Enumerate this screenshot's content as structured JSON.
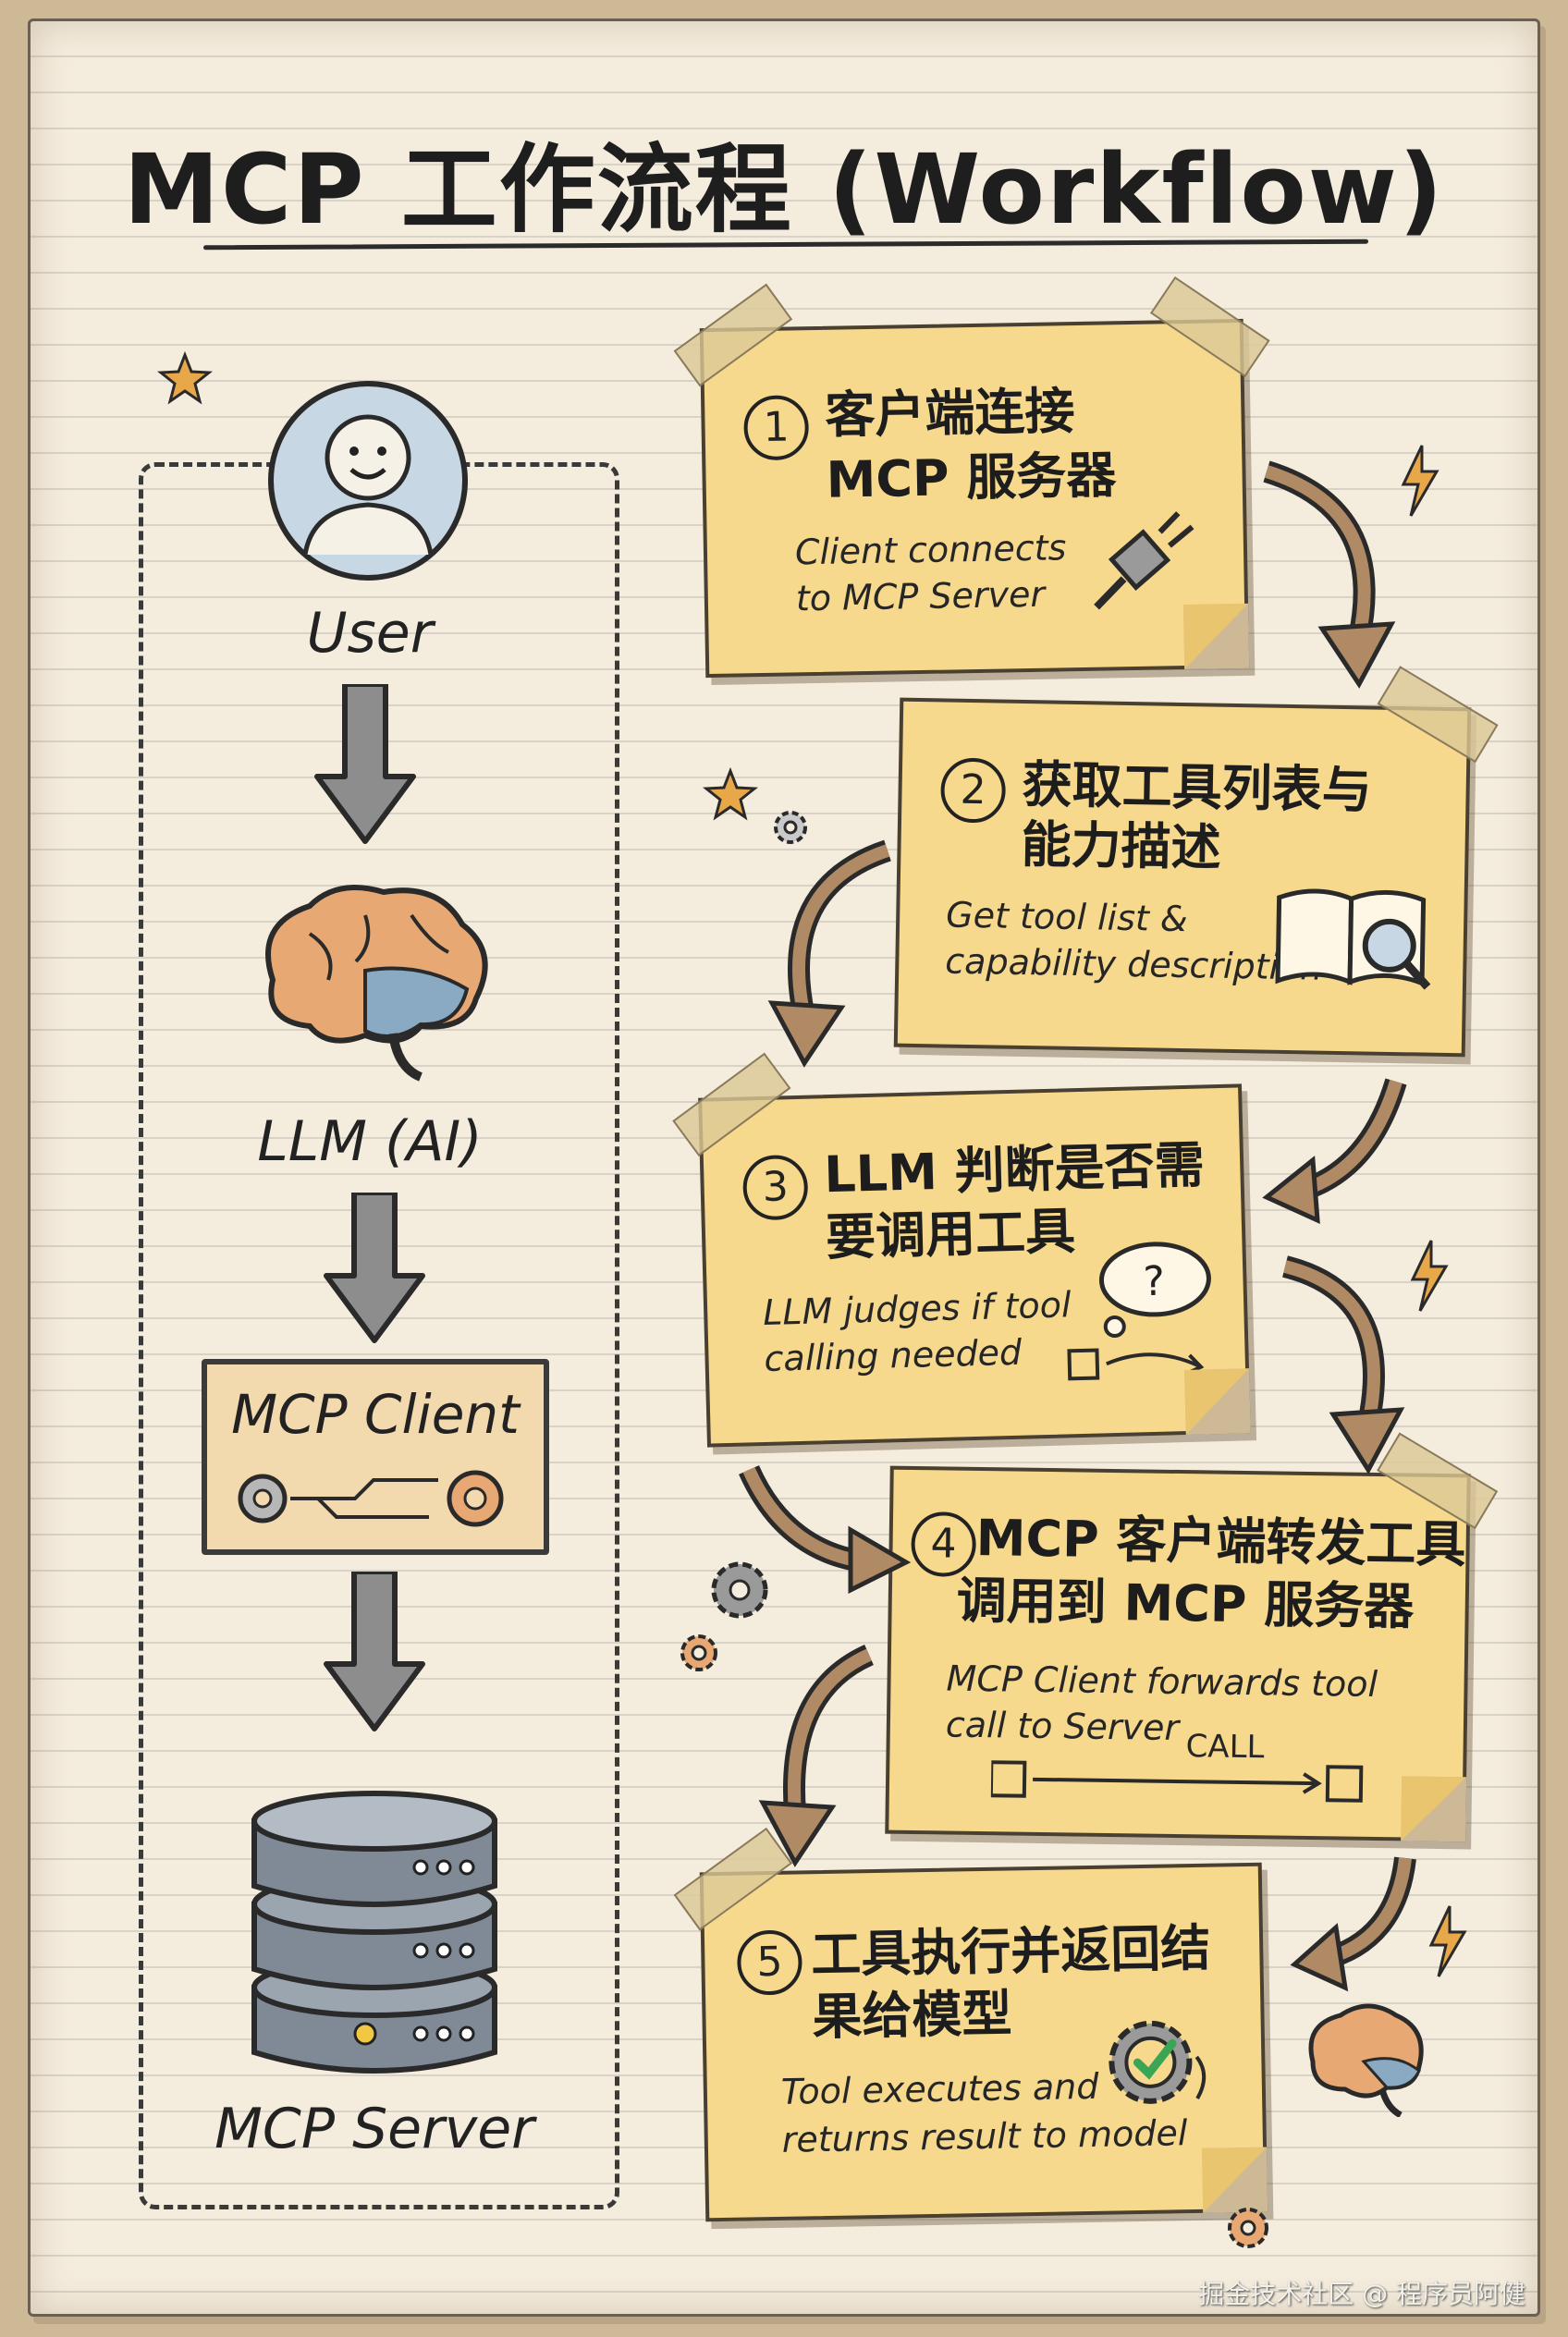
{
  "title": "MCP 工作流程 (Workflow)",
  "left_column": {
    "user_label": "User",
    "llm_label": "LLM (AI)",
    "client_label": "MCP Client",
    "server_label": "MCP Server"
  },
  "steps": [
    {
      "number": "1",
      "zh_line1": "客户端连接",
      "zh_line2": "MCP 服务器",
      "en_line1": "Client connects",
      "en_line2": "to MCP Server",
      "icon": "plug-icon"
    },
    {
      "number": "2",
      "zh_line1": "获取工具列表与",
      "zh_line2": "能力描述",
      "en_line1": "Get tool list &",
      "en_line2": "capability description",
      "icon": "book-magnifier-icon"
    },
    {
      "number": "3",
      "zh_line1": "LLM 判断是否需",
      "zh_line2": "要调用工具",
      "en_line1": "LLM judges if tool",
      "en_line2": "calling needed",
      "icon": "thought-bubble-icon"
    },
    {
      "number": "4",
      "zh_line1": "MCP 客户端转发工具",
      "zh_line2": "调用到 MCP 服务器",
      "en_line1": "MCP Client forwards tool",
      "en_line2": "call to Server",
      "icon": "call-arrow-icon",
      "call_label": "CALL"
    },
    {
      "number": "5",
      "zh_line1": "工具执行并返回结",
      "zh_line2": "果给模型",
      "en_line1": "Tool executes and",
      "en_line2": "returns result to model",
      "icon": "gear-check-icon"
    }
  ],
  "watermark": "掘金技术社区 @ 程序员阿健",
  "colors": {
    "paper": "#f4ecdd",
    "note": "#f6d98c",
    "ink": "#222222",
    "arrow": "#b08a64",
    "client_box": "#f3d9ae"
  }
}
